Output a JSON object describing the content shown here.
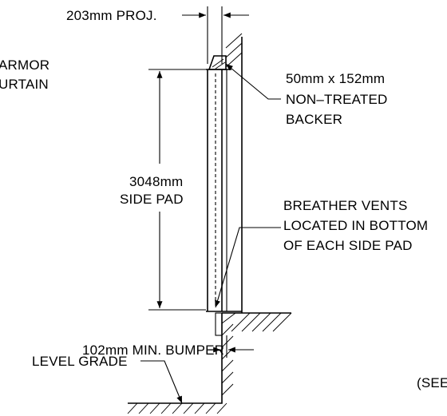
{
  "labels": {
    "projection": "203mm PROJ.",
    "armor_line1": "ARMOR",
    "armor_line2": "URTAIN",
    "backer_line1": "50mm x 152mm",
    "backer_line2": "NON–TREATED",
    "backer_line3": "BACKER",
    "side_pad_line1": "3048mm",
    "side_pad_line2": "SIDE PAD",
    "vents_line1": "BREATHER VENTS",
    "vents_line2": "LOCATED IN BOTTOM",
    "vents_line3": "OF EACH SIDE PAD",
    "bumper": "102mm MIN. BUMPER",
    "level_grade": "LEVEL GRADE",
    "see_note": "(SEE"
  }
}
